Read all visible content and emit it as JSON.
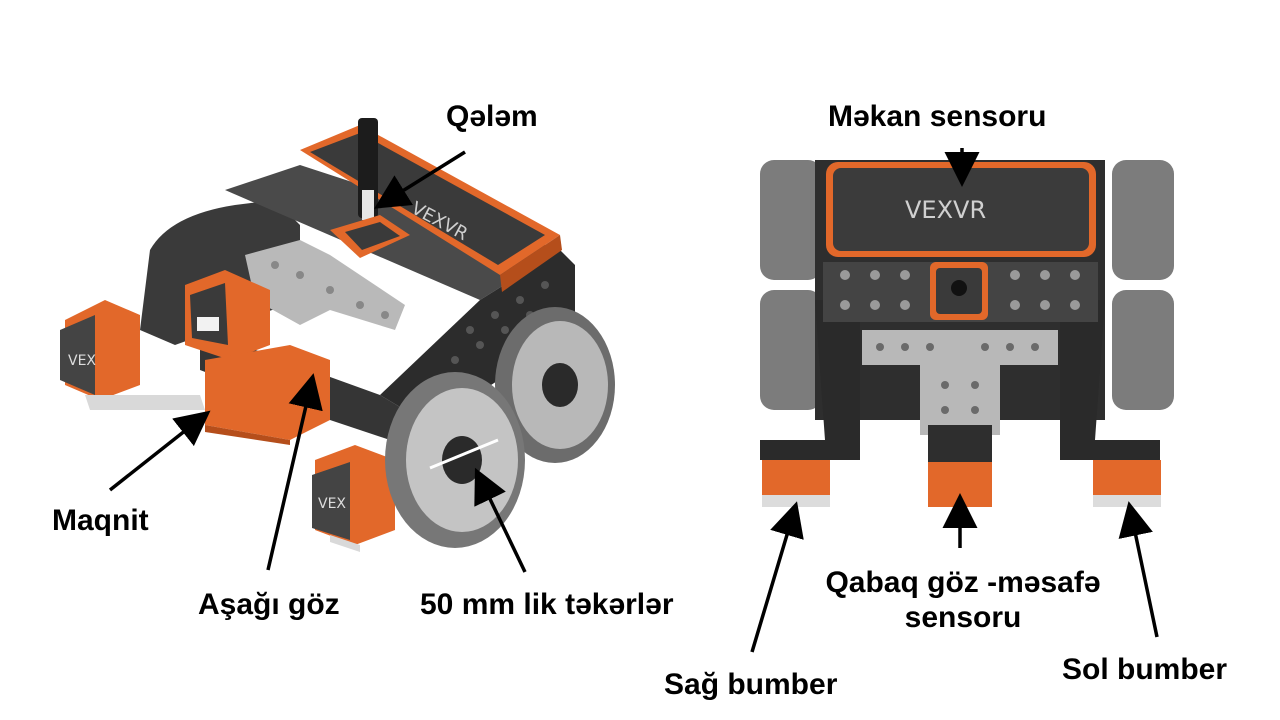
{
  "labels": {
    "pen": "Qələm",
    "magnet": "Maqnit",
    "down_eye": "Aşağı göz",
    "wheels": "50 mm lik təkərlər",
    "location_sensor": "Məkan sensoru",
    "front_eye_line1": "Qabaq göz -məsafə",
    "front_eye_line2": "sensoru",
    "right_bumper": "Sağ bumber",
    "left_bumper": "Sol bumber"
  },
  "logos": {
    "brand_large": "VEXVR",
    "brand_small": "VEX"
  },
  "colors": {
    "accent_orange": "#e2682a",
    "body_dark": "#2f2f2f",
    "wheel_gray": "#8e8e8e",
    "plate_gray": "#b9b9b9"
  }
}
